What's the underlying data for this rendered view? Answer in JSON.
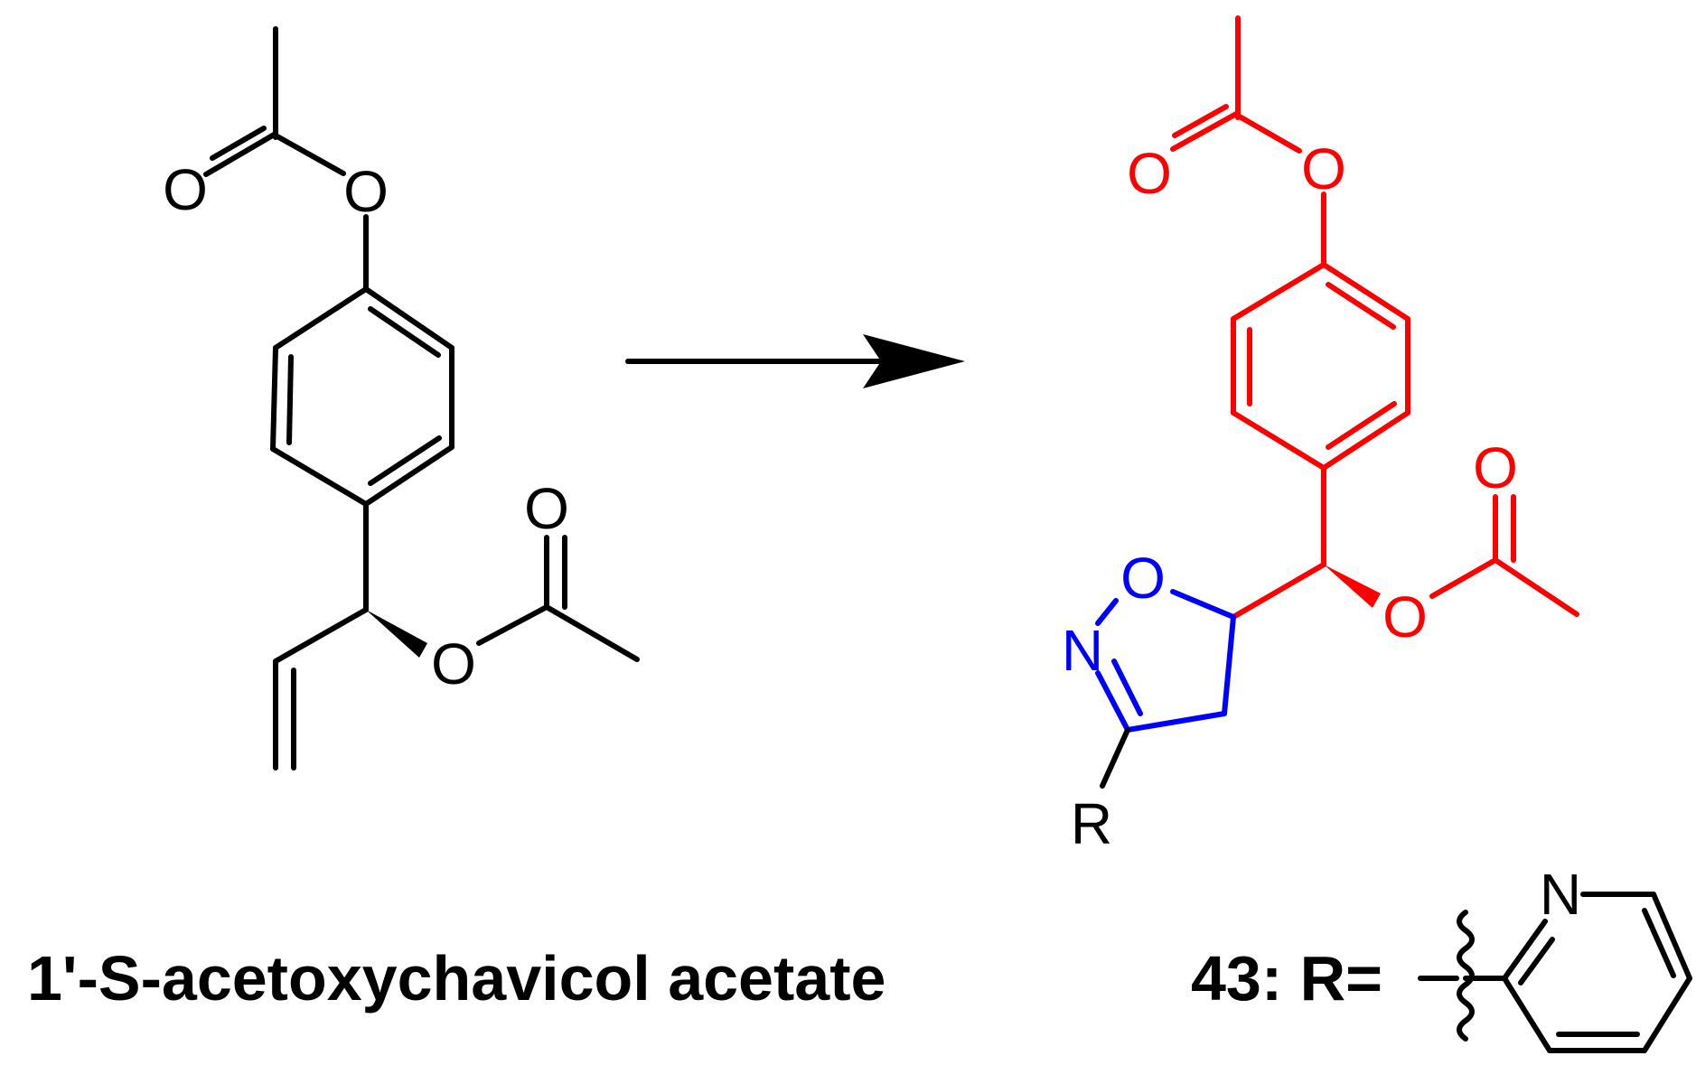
{
  "colors": {
    "black": "#000000",
    "red": "#ff0000",
    "blue": "#0000ff"
  },
  "labels": {
    "O": "O",
    "N": "N",
    "R": "R"
  },
  "captions": {
    "reactant": "1'-S-acetoxychavicol acetate",
    "product": "43: R="
  }
}
